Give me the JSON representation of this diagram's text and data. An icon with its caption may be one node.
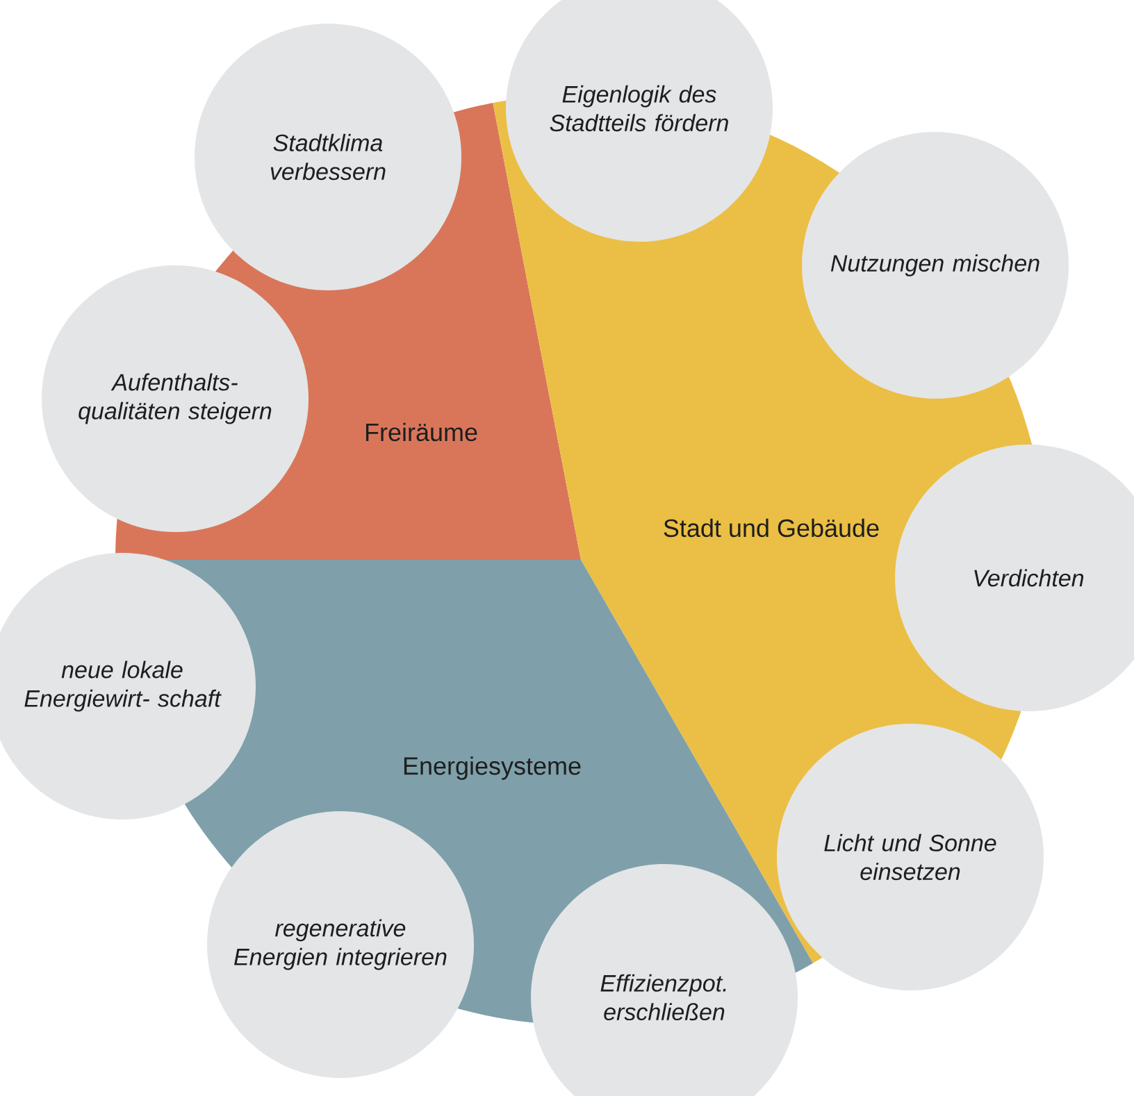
{
  "diagram": {
    "nodes": [
      {
        "text": [
          "Freiräume"
        ]
      },
      {
        "text": [
          "Stadt und Gebäude"
        ]
      },
      {
        "text": [
          "Energiesysteme"
        ]
      },
      {
        "text": [
          "Stadtklima verbessern"
        ]
      },
      {
        "text": [
          "Eigenlogik des Stadtteils fördern"
        ]
      },
      {
        "text": [
          "Nutzungen mischen"
        ]
      },
      {
        "text": [
          "Aufenthalts- qualitäten steigern"
        ]
      },
      {
        "text": [
          "Verdichten"
        ]
      },
      {
        "text": [
          "neue lokale Energiewirt- schaft"
        ]
      },
      {
        "text": [
          "Licht und Sonne einsetzen"
        ]
      },
      {
        "text": [
          "regenerative Energien integrieren"
        ]
      },
      {
        "text": [
          "Effizienzpot. erschließen"
        ]
      }
    ]
  }
}
